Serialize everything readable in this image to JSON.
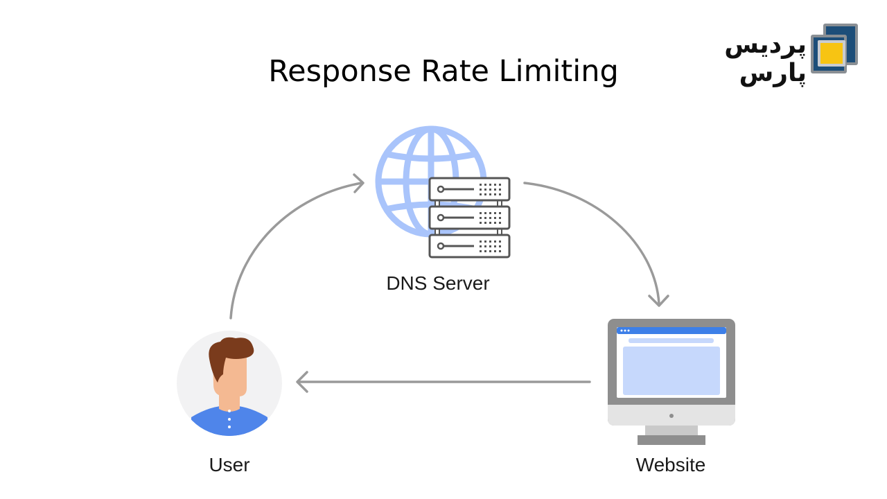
{
  "title": "Response Rate Limiting",
  "logo": {
    "text": "پردیس پارس",
    "icon": "pardis-pars-logo-icon",
    "colors": {
      "outer": "#8a8f94",
      "inner": "#1d4e79",
      "center": "#f7c413"
    }
  },
  "nodes": {
    "dns": {
      "label": "DNS Server",
      "icon": "globe-server-icon"
    },
    "website": {
      "label": "Website",
      "icon": "monitor-icon"
    },
    "user": {
      "label": "User",
      "icon": "user-avatar-icon"
    }
  },
  "flows": [
    {
      "from": "user",
      "to": "dns"
    },
    {
      "from": "dns",
      "to": "website"
    },
    {
      "from": "website",
      "to": "user"
    }
  ],
  "colors": {
    "arrow": "#9a9a9a",
    "globe": "#a9c4fb",
    "server": "#555555",
    "monitor_frame": "#8e8e8e",
    "monitor_chin": "#e4e4e4",
    "browser_bar": "#3d7fe8",
    "browser_content": "#c6d8fc",
    "shirt": "#4f85ea",
    "hair": "#7a3b1c",
    "skin": "#f4b992",
    "avatar_bg": "#f2f2f3"
  }
}
